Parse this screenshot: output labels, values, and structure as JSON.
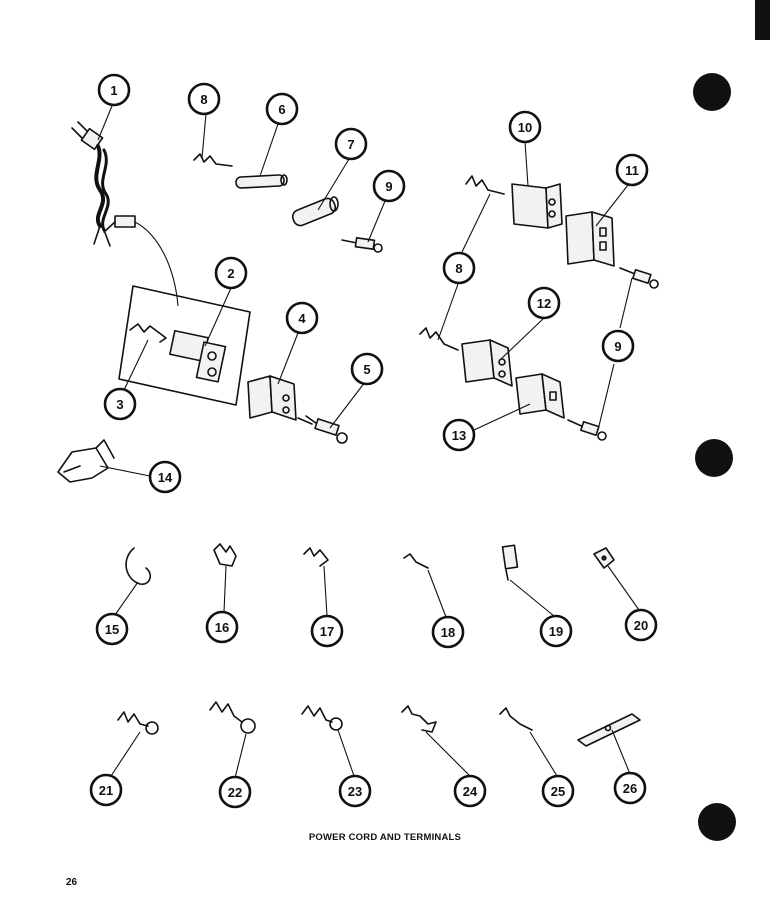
{
  "caption": "POWER CORD AND TERMINALS",
  "page_number": "26",
  "callouts": [
    "1",
    "2",
    "3",
    "4",
    "5",
    "6",
    "7",
    "8",
    "9",
    "10",
    "11",
    "12",
    "13",
    "14",
    "15",
    "16",
    "17",
    "18",
    "19",
    "20",
    "21",
    "22",
    "23",
    "24",
    "25",
    "26"
  ],
  "repeat_labels": {
    "terminal_8": "8",
    "terminal_9": "9"
  },
  "colors": {
    "ink": "#111111",
    "paper": "#ffffff"
  }
}
